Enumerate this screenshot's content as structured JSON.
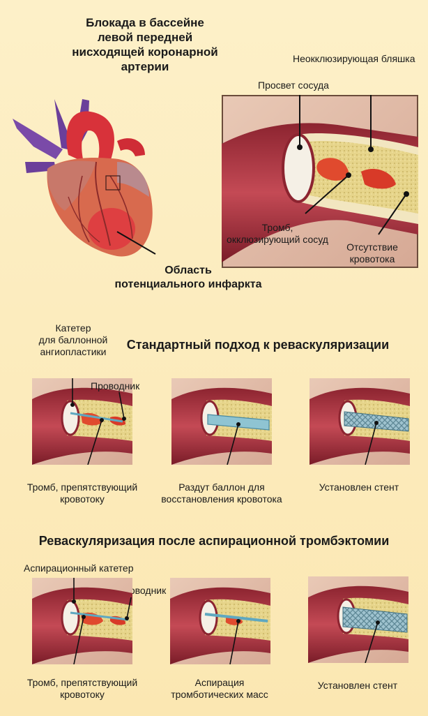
{
  "top": {
    "title_lines": [
      "Блокада в бассейне",
      "левой передней",
      "нисходящей коронарной",
      "артерии"
    ],
    "infarct_label_lines": [
      "Область",
      "потенциального инфаркта"
    ],
    "callouts": {
      "lumen": "Просвет сосуда",
      "plaque": "Неокклюзирующая бляшка",
      "thrombus_lines": [
        "Тромб,",
        "окклюзирующий сосуд"
      ],
      "noflow_lines": [
        "Отсутствие",
        "кровотока"
      ]
    }
  },
  "standard": {
    "title": "Стандартный подход к реваскуляризации",
    "catheter_lines": [
      "Катетер",
      "для баллонной",
      "ангиопластики"
    ],
    "guidewire": "Проводник",
    "panel1_lines": [
      "Тромб, препятствующий",
      "кровотоку"
    ],
    "panel2_lines": [
      "Раздут баллон для",
      "восстановления кровотока"
    ],
    "panel3_lines": [
      "Установлен стент"
    ]
  },
  "aspiration": {
    "title": "Реваскуляризация после аспирационной тромбэктомии",
    "catheter": "Аспирационный катетер",
    "guidewire": "Проводник",
    "panel1_lines": [
      "Тромб, препятствующий",
      "кровотоку"
    ],
    "panel2_lines": [
      "Аспирация",
      "тромботических масс"
    ],
    "panel3_lines": [
      "Установлен стент"
    ]
  }
}
